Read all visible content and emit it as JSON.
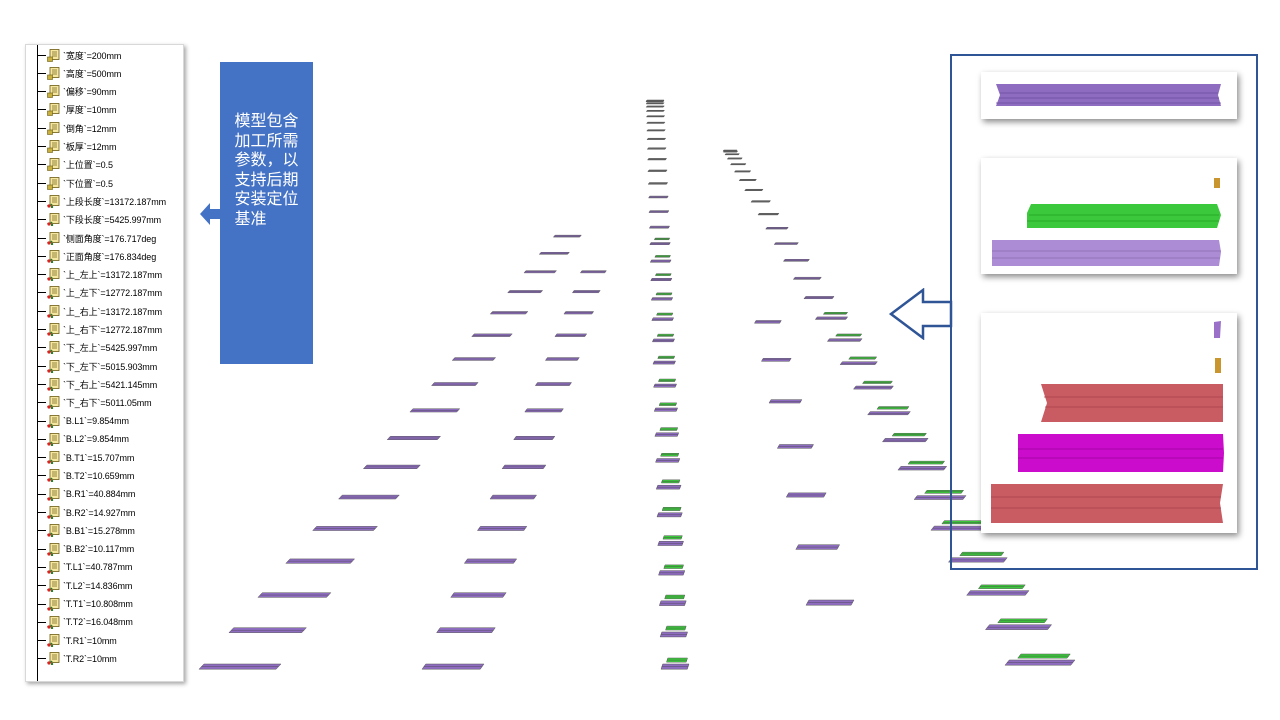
{
  "parameter_tree": {
    "items": [
      {
        "label": "`宽度`=200mm",
        "icon": "parameter-icon"
      },
      {
        "label": "`高度`=500mm",
        "icon": "parameter-icon"
      },
      {
        "label": "`偏移`=90mm",
        "icon": "parameter-icon"
      },
      {
        "label": "`厚度`=10mm",
        "icon": "parameter-icon"
      },
      {
        "label": "`倒角`=12mm",
        "icon": "parameter-icon"
      },
      {
        "label": "`板厚`=12mm",
        "icon": "parameter-icon"
      },
      {
        "label": "`上位置`=0.5",
        "icon": "parameter-icon"
      },
      {
        "label": "`下位置`=0.5",
        "icon": "parameter-icon"
      },
      {
        "label": "`上段长度`=13172.187mm",
        "icon": "formula-icon"
      },
      {
        "label": "`下段长度`=5425.997mm",
        "icon": "formula-icon"
      },
      {
        "label": "`侧面角度`=176.717deg",
        "icon": "formula-icon"
      },
      {
        "label": "`正面角度`=176.834deg",
        "icon": "formula-icon"
      },
      {
        "label": "`上_左上`=13172.187mm",
        "icon": "formula-icon"
      },
      {
        "label": "`上_左下`=12772.187mm",
        "icon": "formula-icon"
      },
      {
        "label": "`上_右上`=13172.187mm",
        "icon": "formula-icon"
      },
      {
        "label": "`上_右下`=12772.187mm",
        "icon": "formula-icon"
      },
      {
        "label": "`下_左上`=5425.997mm",
        "icon": "formula-icon"
      },
      {
        "label": "`下_左下`=5015.903mm",
        "icon": "formula-icon"
      },
      {
        "label": "`下_右上`=5421.145mm",
        "icon": "formula-icon"
      },
      {
        "label": "`下_右下`=5011.05mm",
        "icon": "formula-icon"
      },
      {
        "label": "`B.L1`=9.854mm",
        "icon": "formula-icon"
      },
      {
        "label": "`B.L2`=9.854mm",
        "icon": "formula-icon"
      },
      {
        "label": "`B.T1`=15.707mm",
        "icon": "formula-icon"
      },
      {
        "label": "`B.T2`=10.659mm",
        "icon": "formula-icon"
      },
      {
        "label": "`B.R1`=40.884mm",
        "icon": "formula-icon"
      },
      {
        "label": "`B.R2`=14.927mm",
        "icon": "formula-icon"
      },
      {
        "label": "`B.B1`=15.278mm",
        "icon": "formula-icon"
      },
      {
        "label": "`B.B2`=10.117mm",
        "icon": "formula-icon"
      },
      {
        "label": "`T.L1`=40.787mm",
        "icon": "formula-icon"
      },
      {
        "label": "`T.L2`=14.836mm",
        "icon": "formula-icon"
      },
      {
        "label": "`T.T1`=10.808mm",
        "icon": "formula-icon"
      },
      {
        "label": "`T.T2`=16.048mm",
        "icon": "formula-icon"
      },
      {
        "label": "`T.R1`=10mm",
        "icon": "formula-icon"
      },
      {
        "label": "`T.R2`=10mm",
        "icon": "formula-icon"
      }
    ]
  },
  "callout": {
    "text": "模型包含加工所需参数，以支持后期安装定位基准",
    "color": "#4472c4"
  },
  "colors": {
    "purple": "#8e6cc0",
    "green": "#3cc83c",
    "red": "#c95b63",
    "magenta": "#cc0ccc",
    "orange": "#c9952e",
    "frame": "#2f5597"
  }
}
